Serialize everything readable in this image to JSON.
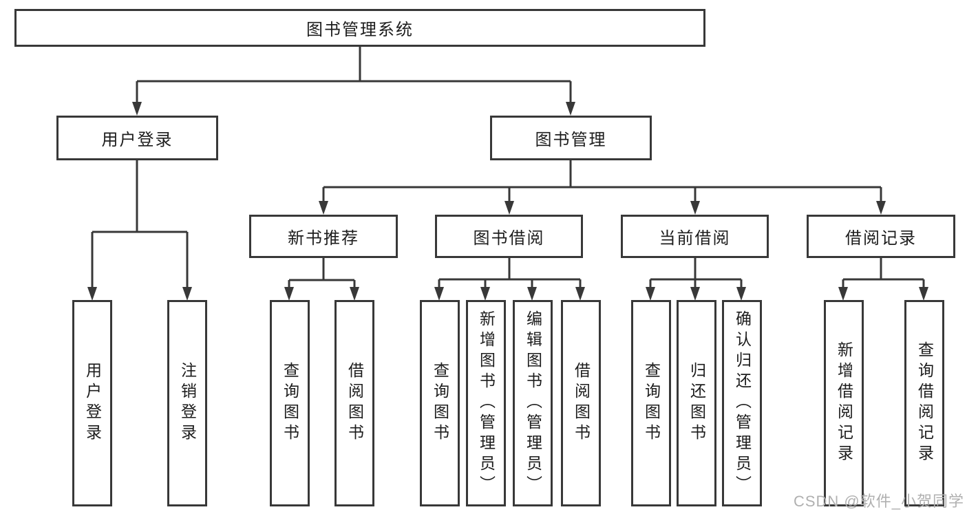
{
  "diagram": {
    "root": {
      "label": "图书管理系统",
      "children": [
        {
          "label": "用户登录",
          "children": [
            {
              "label": "用户登录"
            },
            {
              "label": "注销登录"
            }
          ]
        },
        {
          "label": "图书管理",
          "children": [
            {
              "label": "新书推荐",
              "children": [
                {
                  "label": "查询图书"
                },
                {
                  "label": "借阅图书"
                }
              ]
            },
            {
              "label": "图书借阅",
              "children": [
                {
                  "label": "查询图书"
                },
                {
                  "label": "新增图书（管理员）"
                },
                {
                  "label": "编辑图书（管理员）"
                },
                {
                  "label": "借阅图书"
                }
              ]
            },
            {
              "label": "当前借阅",
              "children": [
                {
                  "label": "查询图书"
                },
                {
                  "label": "归还图书"
                },
                {
                  "label": "确认归还（管理员）"
                }
              ]
            },
            {
              "label": "借阅记录",
              "children": [
                {
                  "label": "新增借阅记录"
                },
                {
                  "label": "查询借阅记录"
                }
              ]
            }
          ]
        }
      ]
    },
    "watermark": "CSDN @软件_小贺同学",
    "colors": {
      "line": "#383838",
      "text": "#1c1c1c",
      "watermark_text": "#b0b0b0",
      "background": "#ffffff"
    }
  }
}
